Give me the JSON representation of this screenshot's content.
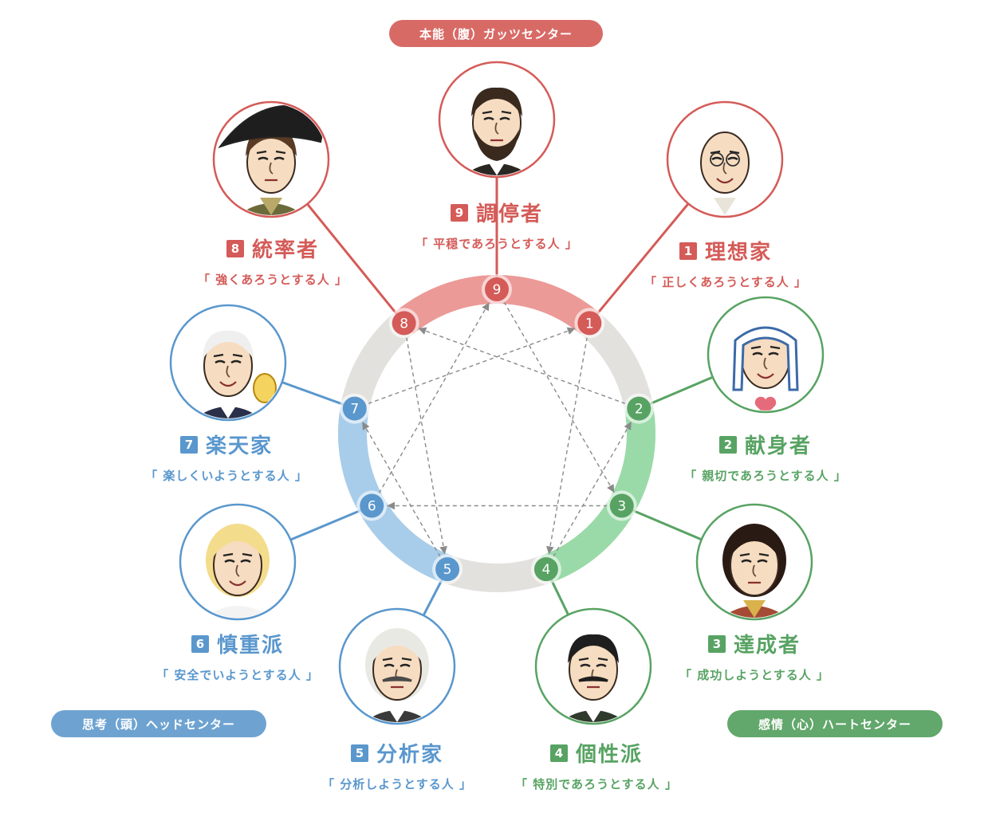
{
  "centers": {
    "gut": "本能（腹）ガッツセンター",
    "head": "思考（頭）ヘッドセンター",
    "heart": "感情（心）ハートセンター"
  },
  "colors": {
    "gut": "#d45b58",
    "heart": "#58a363",
    "head": "#5a97cd",
    "ring_neutral": "#e2e1de",
    "arrow": "#8a8a8a"
  },
  "types": [
    {
      "num": "1",
      "name": "理想家",
      "motto": "「 正しくあろうとする人 」",
      "center": "gut",
      "icon": "gandhi-portrait-icon"
    },
    {
      "num": "2",
      "name": "献身者",
      "motto": "「 親切であろうとする人 」",
      "center": "heart",
      "icon": "mother-teresa-portrait-icon"
    },
    {
      "num": "3",
      "name": "達成者",
      "motto": "「 成功しようとする人 」",
      "center": "heart",
      "icon": "elvis-portrait-icon"
    },
    {
      "num": "4",
      "name": "個性派",
      "motto": "「 特別であろうとする人 」",
      "center": "heart",
      "icon": "dali-portrait-icon"
    },
    {
      "num": "5",
      "name": "分析家",
      "motto": "「 分析しようとする人 」",
      "center": "head",
      "icon": "einstein-portrait-icon"
    },
    {
      "num": "6",
      "name": "慎重派",
      "motto": "「 安全でいようとする人 」",
      "center": "head",
      "icon": "monroe-portrait-icon"
    },
    {
      "num": "7",
      "name": "楽天家",
      "motto": "「 楽しくいようとする人 」",
      "center": "head",
      "icon": "edison-portrait-icon"
    },
    {
      "num": "8",
      "name": "統率者",
      "motto": "「 強くあろうとする人 」",
      "center": "gut",
      "icon": "napoleon-portrait-icon"
    },
    {
      "num": "9",
      "name": "調停者",
      "motto": "「 平穏であろうとする人 」",
      "center": "gut",
      "icon": "lincoln-portrait-icon"
    }
  ]
}
